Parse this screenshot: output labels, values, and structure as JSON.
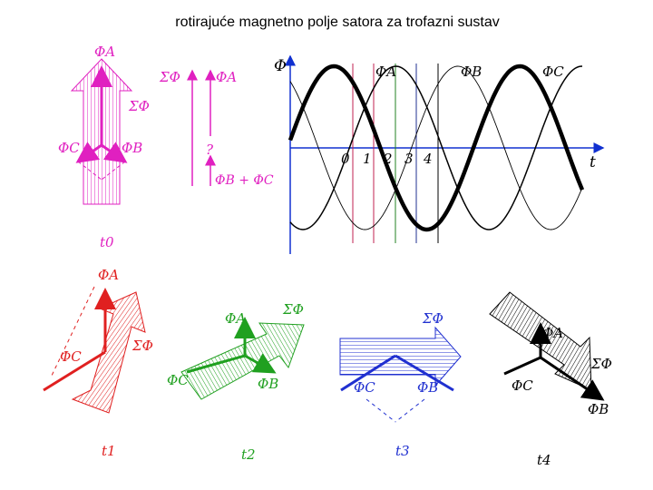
{
  "title": "rotirajuće magnetno polje satora za trofazni sustav",
  "colors": {
    "t0": "#e020c0",
    "t1": "#e02020",
    "t2": "#20a020",
    "t3": "#2030d0",
    "t4": "#000000",
    "axis": "#1030d0",
    "marker0": "#c02050",
    "marker1": "#c02050",
    "marker2": "#208020",
    "marker3": "#203090",
    "marker4": "#000000"
  },
  "labels": {
    "phi_a": "ΦA",
    "phi_b": "ΦB",
    "phi_c": "ΦC",
    "sum_phi": "ΣΦ",
    "phi_b_plus_phi_c": "ΦB + ΦC",
    "question": "?",
    "phi_axis": "Φ",
    "t_axis": "t"
  },
  "graph": {
    "curve_labels": {
      "a": "ΦA",
      "b": "ΦB",
      "c": "ΦC"
    },
    "markers": [
      "0",
      "1",
      "2",
      "3",
      "4"
    ]
  },
  "times": [
    "t0",
    "t1",
    "t2",
    "t3",
    "t4"
  ]
}
